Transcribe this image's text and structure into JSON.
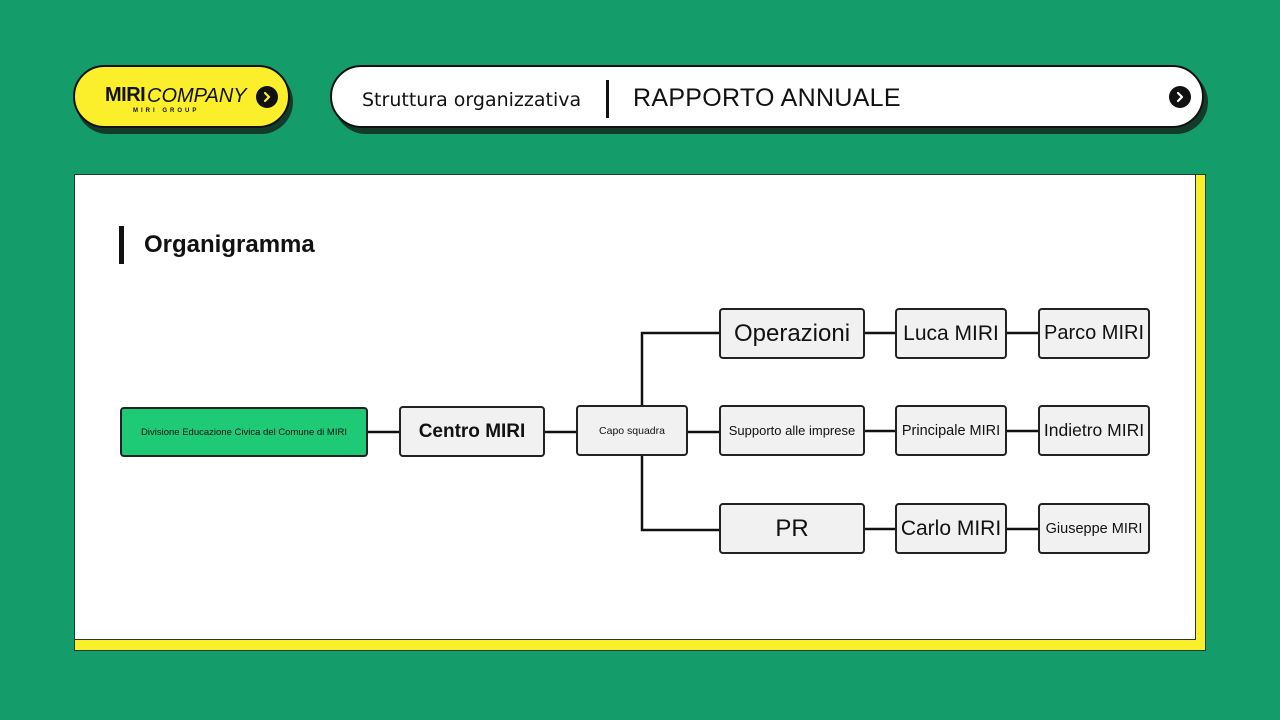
{
  "logo": {
    "mark": "MIRI",
    "company": "COMPANY",
    "group": "MIRI GROUP",
    "arrow_icon": "chevron-right-circle-icon"
  },
  "header": {
    "subtitle": "Struttura organizzativa",
    "title": "RAPPORTO ANNUALE",
    "arrow_icon": "chevron-right-circle-icon"
  },
  "section": {
    "title": "Organigramma"
  },
  "colors": {
    "background": "#149c6b",
    "accent_yellow": "#fbee2b",
    "root_node": "#1fca76",
    "node_fill": "#f2f1f2"
  },
  "org_chart": {
    "root": "Divisione Educazione Civica del Comune di MIRI",
    "center": "Centro MIRI",
    "lead": "Capo squadra",
    "branches": [
      {
        "department": "Operazioni",
        "members": [
          "Luca MIRI",
          "Parco MIRI"
        ]
      },
      {
        "department": "Supporto alle imprese",
        "members": [
          "Principale MIRI",
          "Indietro MIRI"
        ]
      },
      {
        "department": "PR",
        "members": [
          "Carlo MIRI",
          "Giuseppe MIRI"
        ]
      }
    ]
  }
}
